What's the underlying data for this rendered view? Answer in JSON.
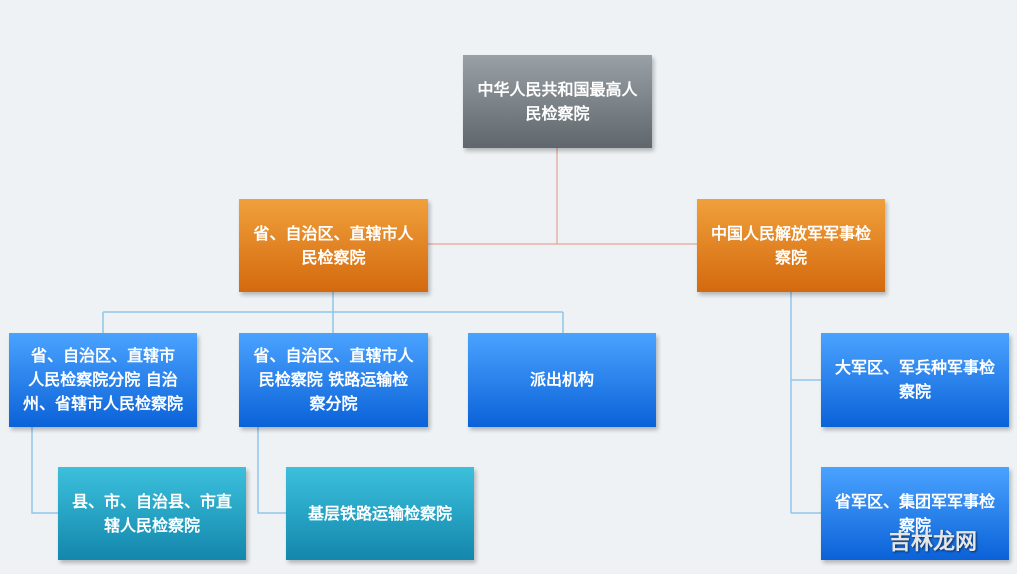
{
  "org_chart": {
    "root": {
      "label": "中华人民共和国最高人\n民检察院"
    },
    "level1": {
      "provincial": {
        "label": "省、自治区、直辖市人\n民检察院"
      },
      "military": {
        "label": "中国人民解放军军事检\n察院"
      }
    },
    "provincial_children": {
      "branch": {
        "label": "省、自治区、直辖市\n人民检察院分院  自治\n州、省辖市人民检察院"
      },
      "railway": {
        "label": "省、自治区、直辖市人\n民检察院  铁路运输检\n察分院"
      },
      "dispatched": {
        "label": "派出机构"
      }
    },
    "level3": {
      "county": {
        "label": "县、市、自治县、市直\n辖人民检察院"
      },
      "grassroots_railway": {
        "label": "基层铁路运输检察院"
      }
    },
    "military_children": {
      "region": {
        "label": "大军区、军兵种军事检\n察院"
      },
      "provincial_military": {
        "label": "省军区、集团军军事检\n察院"
      }
    },
    "watermark": "吉林龙网"
  },
  "colors": {
    "root": "#7a8186",
    "level1": "#e7821f",
    "level2": "#1a78ee",
    "level3": "#22a2c6",
    "connector_root": "#e3b3a6",
    "connector_blue": "#8fc6ea"
  }
}
